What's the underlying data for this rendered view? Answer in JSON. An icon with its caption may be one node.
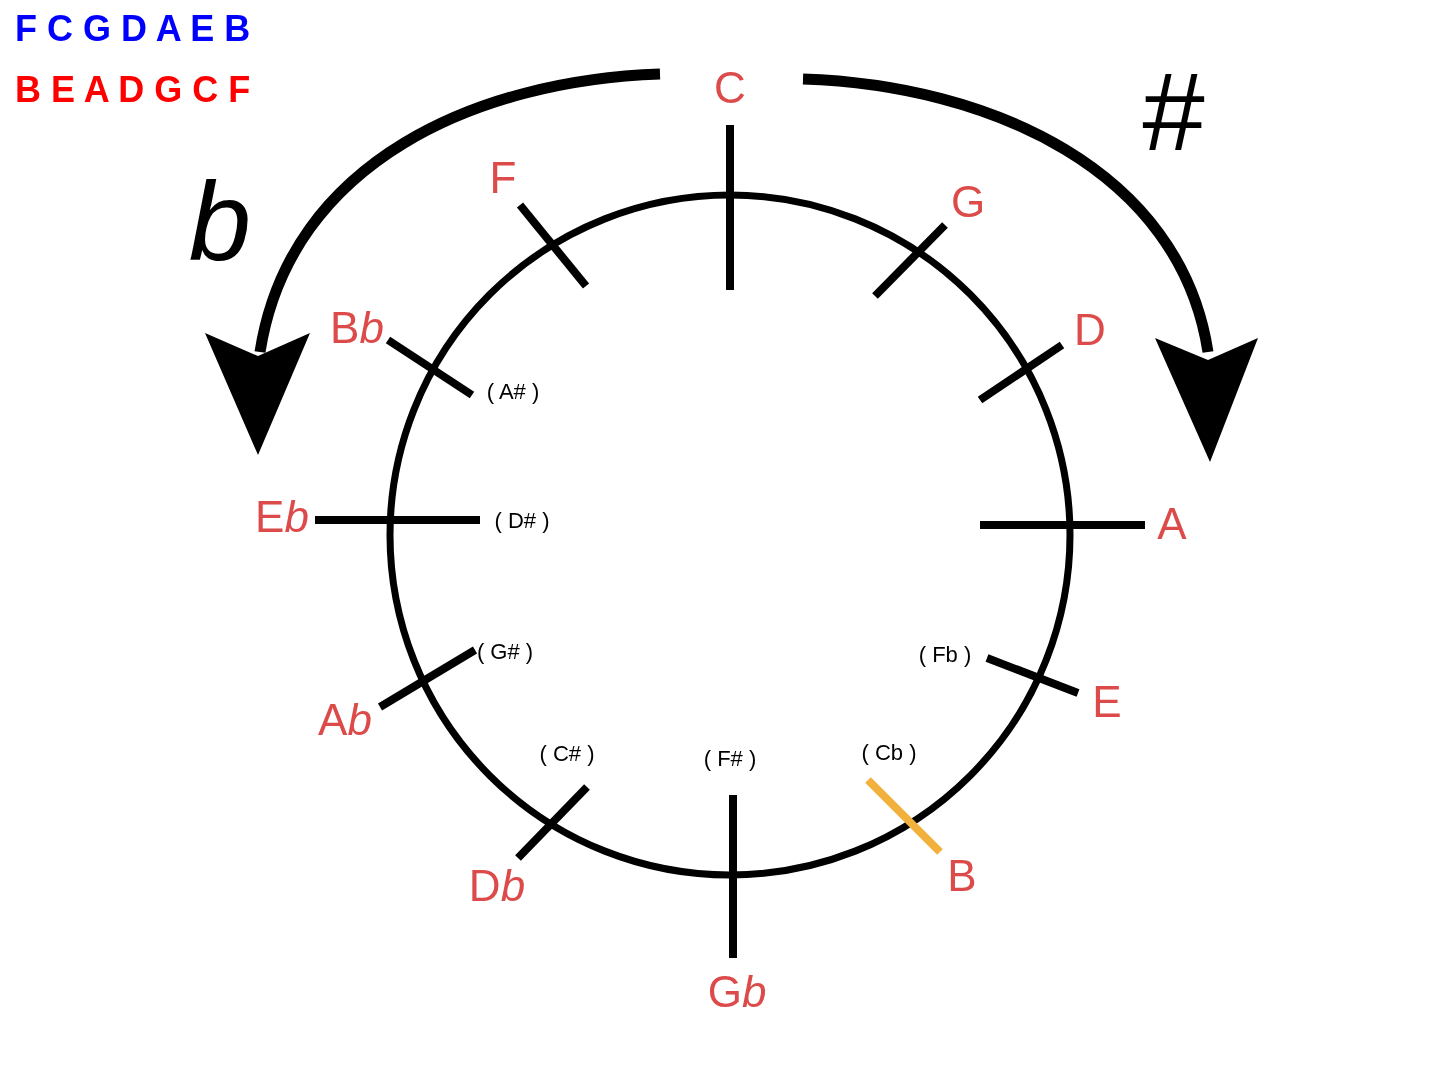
{
  "diagram": {
    "labels": [
      "F C G D A E B",
      "B E A D G C F",
      "C",
      "#",
      "F",
      "G",
      "b",
      "Bb",
      "D",
      "( A# )",
      "Eb",
      "( D# )",
      "A",
      "( G# )",
      "( Fb )",
      "E",
      "Ab",
      "( C# )",
      "( Cb )",
      "( F# )",
      "B",
      "Db",
      "Gb"
    ]
  }
}
